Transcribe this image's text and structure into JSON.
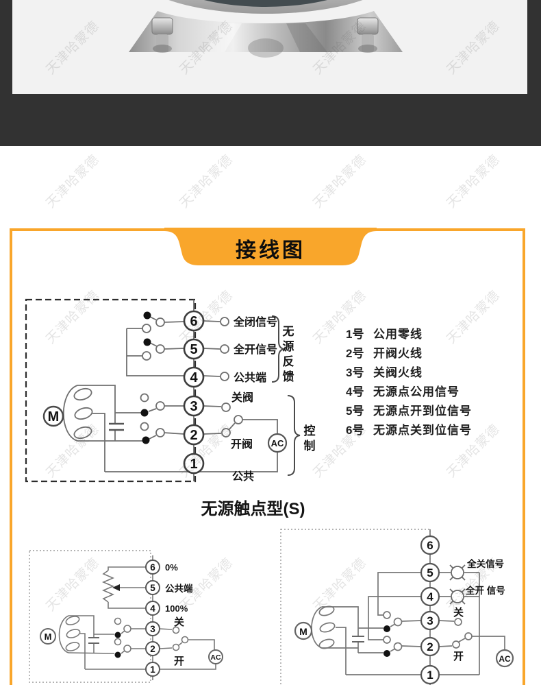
{
  "page": {
    "watermark": "天津哈蒙德"
  },
  "banner": {
    "title": "接线图"
  },
  "wiring_passive": {
    "terminals": [
      "6",
      "5",
      "4",
      "3",
      "2",
      "1"
    ],
    "motor": "M",
    "ac": "AC",
    "labels": {
      "full_close_signal": "全闭信号",
      "full_open_signal": "全开信号",
      "common_terminal": "公共端",
      "close_valve": "关阀",
      "open_valve": "开阀",
      "common": "公共"
    },
    "feedback_chars": [
      "无",
      "源",
      "反",
      "馈"
    ],
    "control_chars": [
      "控",
      "制"
    ],
    "caption": "无源触点型(S)"
  },
  "legend": {
    "items": [
      {
        "num": "1号",
        "desc": "公用零线"
      },
      {
        "num": "2号",
        "desc": "开阀火线"
      },
      {
        "num": "3号",
        "desc": "关阀火线"
      },
      {
        "num": "4号",
        "desc": "无源点公用信号"
      },
      {
        "num": "5号",
        "desc": "无源点开到位信号"
      },
      {
        "num": "6号",
        "desc": "无源点关到位信号"
      }
    ]
  },
  "wiring_pot": {
    "terminals": [
      "6",
      "5",
      "4",
      "3",
      "2",
      "1"
    ],
    "motor": "M",
    "ac": "AC",
    "labels": {
      "zero": "0%",
      "common_terminal": "公共端",
      "hundred": "100%",
      "close": "关",
      "open": "开"
    }
  },
  "wiring_active": {
    "terminals": [
      "6",
      "5",
      "4",
      "3",
      "2",
      "1"
    ],
    "motor": "M",
    "ac": "AC",
    "labels": {
      "full_close_signal": "全关信号",
      "full_open_signal": "全开 信号",
      "close": "关",
      "open": "开"
    }
  }
}
